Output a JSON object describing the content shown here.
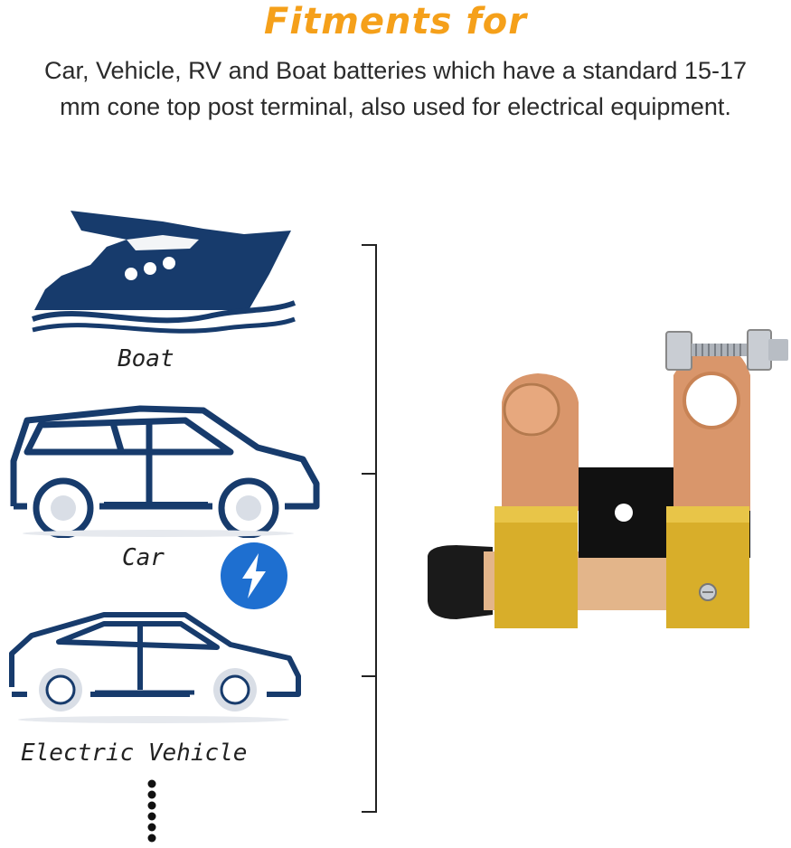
{
  "heading": {
    "title": "Fitments for",
    "description": "Car, Vehicle, RV and Boat batteries which have a standard 15-17 mm cone top post terminal, also used for electrical equipment."
  },
  "applications": [
    {
      "label": "Boat",
      "icon": "boat-icon"
    },
    {
      "label": "Car",
      "icon": "car-icon"
    },
    {
      "label": "Electric Vehicle",
      "icon": "electric-car-icon"
    }
  ],
  "badge_icon": "lightning-bolt-icon",
  "product_icon": "battery-disconnect-switch",
  "colors": {
    "title": "#F5A01A",
    "icon_navy": "#173B6C",
    "badge_blue": "#1E6FD0",
    "copper": "#D9966B",
    "brass": "#D8AE2A"
  }
}
